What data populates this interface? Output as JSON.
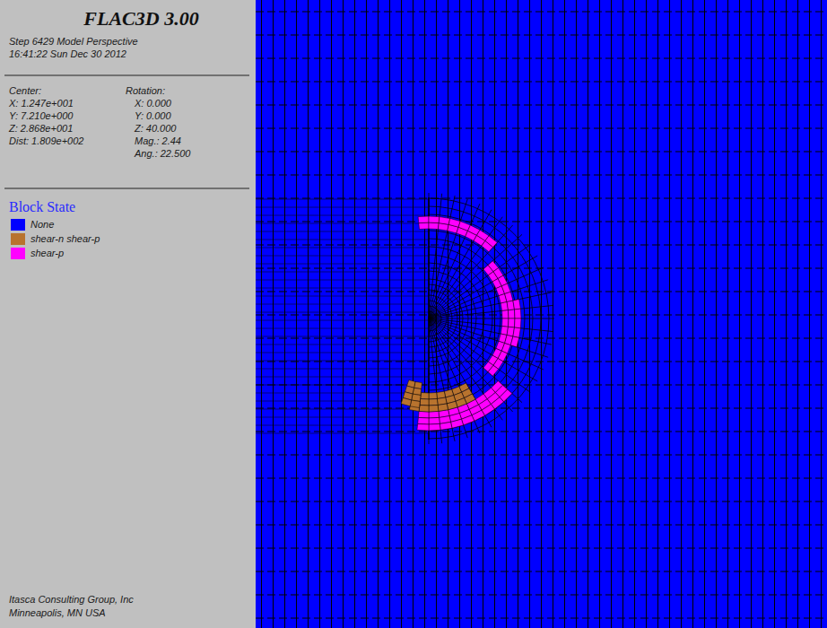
{
  "diagram": {
    "title": "FLAC3D 3.00",
    "labels": [
      "Step 6429  Model Perspective",
      "16:41:22 Sun Dec 30 2012",
      "Center:",
      "X: 1.247e+001",
      "Y: 7.210e+000",
      "Z: 2.868e+001",
      "Dist: 1.809e+002",
      "Rotation:",
      "X:  0.000",
      "Y:  0.000",
      "Z:  40.000",
      "Mag.:   2.44",
      "Ang.:  22.500",
      "Block State",
      "Itasca Consulting Group, Inc",
      "Minneapolis, MN  USA"
    ],
    "legend": [
      {
        "text": "None",
        "color": "#0000ff"
      },
      {
        "text": "shear-n shear-p",
        "color": "#b8732e"
      },
      {
        "text": "shear-p",
        "color": "#ff00ff"
      }
    ]
  }
}
